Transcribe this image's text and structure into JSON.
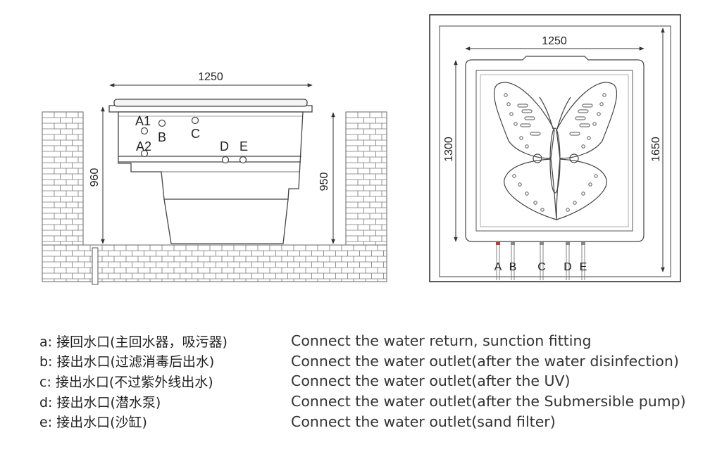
{
  "side_view": {
    "width_label": "1250",
    "left_height_label": "960",
    "right_height_label": "950",
    "port_labels": {
      "a1": "A1",
      "a2": "A2",
      "b": "B",
      "c": "C",
      "d": "D",
      "e": "E"
    }
  },
  "top_view": {
    "width_label": "1250",
    "inner_height_label": "1300",
    "outer_height_label": "1650",
    "pipe_labels": [
      "A",
      "B",
      "C",
      "D",
      "E"
    ]
  },
  "legend": [
    {
      "cn": "a: 接回水口(主回水器，吸污器)",
      "en": "Connect the water return, sunction fitting"
    },
    {
      "cn": "b: 接出水口(过滤消毒后出水)",
      "en": "Connect the water outlet(after the water disinfection)"
    },
    {
      "cn": "c: 接出水口(不过紫外线出水)",
      "en": "Connect the water outlet(after the UV)"
    },
    {
      "cn": "d: 接出水口(潜水泵)",
      "en": "Connect the water outlet(after the Submersible pump)"
    },
    {
      "cn": "e: 接出水口(沙缸)",
      "en": "Connect the water outlet(sand filter)"
    }
  ]
}
